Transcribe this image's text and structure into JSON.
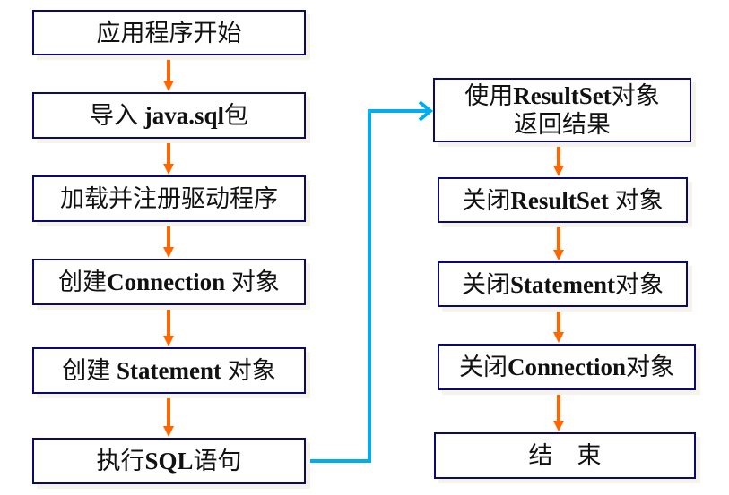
{
  "colors": {
    "box_border": "#0a0a6e",
    "flow_arrow": "#ff6600",
    "jump_arrow": "#00aeef",
    "text": "#111111"
  },
  "left_column": [
    {
      "id": "app-start",
      "parts": [
        {
          "text": "应用程序开始",
          "bold": false
        }
      ]
    },
    {
      "id": "import-package",
      "parts": [
        {
          "text": "导入 ",
          "bold": false
        },
        {
          "text": "java.sql",
          "bold": true
        },
        {
          "text": "包",
          "bold": false
        }
      ]
    },
    {
      "id": "load-driver",
      "parts": [
        {
          "text": "加载并注册驱动程序",
          "bold": false
        }
      ]
    },
    {
      "id": "create-connection",
      "parts": [
        {
          "text": "创建",
          "bold": false
        },
        {
          "text": "Connection",
          "bold": true
        },
        {
          "text": " 对象",
          "bold": false
        }
      ]
    },
    {
      "id": "create-statement",
      "parts": [
        {
          "text": "创建 ",
          "bold": false
        },
        {
          "text": "Statement",
          "bold": true
        },
        {
          "text": " 对象",
          "bold": false
        }
      ]
    },
    {
      "id": "execute-sql",
      "parts": [
        {
          "text": "执行",
          "bold": false
        },
        {
          "text": "SQL",
          "bold": true
        },
        {
          "text": "语句",
          "bold": false
        }
      ]
    }
  ],
  "right_column": [
    {
      "id": "use-resultset",
      "lines": [
        [
          {
            "text": "使用",
            "bold": false
          },
          {
            "text": "ResultSet",
            "bold": true
          },
          {
            "text": "对象",
            "bold": false
          }
        ],
        [
          {
            "text": "返回结果",
            "bold": false
          }
        ]
      ]
    },
    {
      "id": "close-resultset",
      "lines": [
        [
          {
            "text": "关闭",
            "bold": false
          },
          {
            "text": "ResultSet",
            "bold": true
          },
          {
            "text": " 对象",
            "bold": false
          }
        ]
      ]
    },
    {
      "id": "close-statement",
      "lines": [
        [
          {
            "text": "关闭",
            "bold": false
          },
          {
            "text": "Statement",
            "bold": true
          },
          {
            "text": "对象",
            "bold": false
          }
        ]
      ]
    },
    {
      "id": "close-connection",
      "lines": [
        [
          {
            "text": "关闭",
            "bold": false
          },
          {
            "text": "Connection",
            "bold": true
          },
          {
            "text": "对象",
            "bold": false
          }
        ]
      ]
    },
    {
      "id": "end",
      "lines": [
        [
          {
            "text": "结　束",
            "bold": false
          }
        ]
      ]
    }
  ],
  "edges": [
    {
      "from": "app-start",
      "to": "import-package",
      "type": "flow"
    },
    {
      "from": "import-package",
      "to": "load-driver",
      "type": "flow"
    },
    {
      "from": "load-driver",
      "to": "create-connection",
      "type": "flow"
    },
    {
      "from": "create-connection",
      "to": "create-statement",
      "type": "flow"
    },
    {
      "from": "create-statement",
      "to": "execute-sql",
      "type": "flow"
    },
    {
      "from": "execute-sql",
      "to": "use-resultset",
      "type": "jump"
    },
    {
      "from": "use-resultset",
      "to": "close-resultset",
      "type": "flow"
    },
    {
      "from": "close-resultset",
      "to": "close-statement",
      "type": "flow"
    },
    {
      "from": "close-statement",
      "to": "close-connection",
      "type": "flow"
    },
    {
      "from": "close-connection",
      "to": "end",
      "type": "flow"
    }
  ]
}
